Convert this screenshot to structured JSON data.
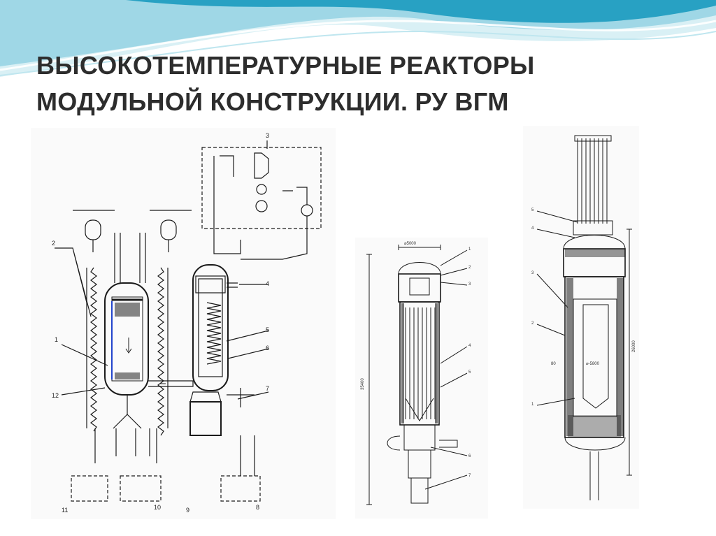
{
  "title": {
    "line1": "ВЫСОКОТЕМПЕРАТУРНЫЕ РЕАКТОРЫ",
    "line2": "МОДУЛЬНОЙ  КОНСТРУКЦИИ. РУ ВГМ"
  },
  "colors": {
    "wave_dark": "#1b9bbf",
    "wave_light": "#bfe6ef",
    "title": "#2d2d2d",
    "line": "#1a1a1a",
    "accent": "#2244cc"
  },
  "scheme": {
    "labels": [
      "1",
      "2",
      "3",
      "4",
      "5",
      "6",
      "7",
      "8",
      "9",
      "10",
      "11",
      "12"
    ]
  },
  "vessel_a": {
    "dimension_top": "⌀5000",
    "dimension_side": "35400",
    "labels": [
      "1",
      "2",
      "3",
      "4",
      "5",
      "6",
      "7"
    ]
  },
  "vessel_b": {
    "dimension_side": "26000",
    "mark_left": "80",
    "mark_center": "⌀-5800",
    "labels": [
      "1",
      "2",
      "3",
      "4",
      "5"
    ]
  }
}
